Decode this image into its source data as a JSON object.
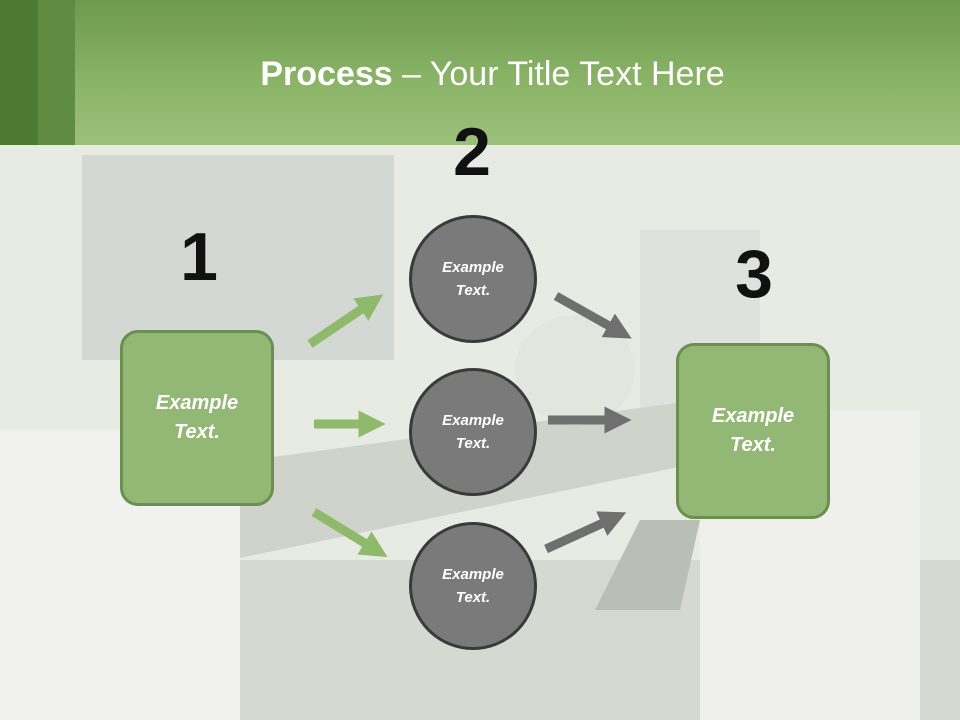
{
  "title": {
    "bold": "Process",
    "rest": " – Your Title Text Here"
  },
  "steps": {
    "n1": "1",
    "n2": "2",
    "n3": "3"
  },
  "left_box": "Example\nText.",
  "right_box": "Example\nText.",
  "circles": [
    "Example\nText.",
    "Example\nText.",
    "Example\nText."
  ],
  "colors": {
    "header": "#8cb568",
    "box_fill": "#93b774",
    "circle_fill": "#7a7a7a",
    "green_arrow": "#8fba6c",
    "gray_arrow": "#6f6f6f"
  }
}
